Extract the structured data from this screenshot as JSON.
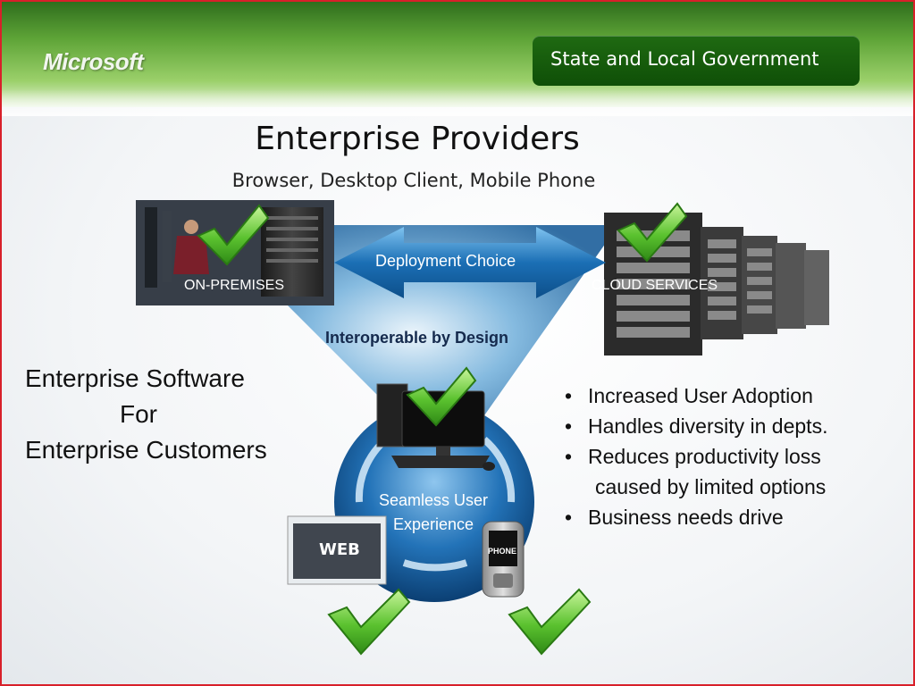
{
  "header": {
    "logo": "Microsoft",
    "tagline": "State and Local Government"
  },
  "title": "Enterprise Providers",
  "subtitle": "Browser, Desktop Client, Mobile Phone",
  "diagram": {
    "deployment_label": "Deployment Choice",
    "on_premises_label": "ON-PREMISES",
    "cloud_label": "CLOUD SERVICES",
    "interop_label": "Interoperable by Design",
    "seamless_line1": "Seamless User",
    "seamless_line2": "Experience",
    "web_label": "WEB",
    "phone_label": "PHONE"
  },
  "enterprise_text": [
    "Enterprise Software",
    "For",
    "Enterprise Customers"
  ],
  "bullets": [
    "Increased User  Adoption",
    "Handles diversity in depts.",
    "Reduces productivity loss",
    "caused by limited options",
    "Business needs drive"
  ],
  "colors": {
    "banner_green": "#5ea437",
    "gov_box": "#0f4f07",
    "border_red": "#d8202a",
    "blue_glow": "#1b6fb5",
    "check_green": "#5bc22f"
  }
}
